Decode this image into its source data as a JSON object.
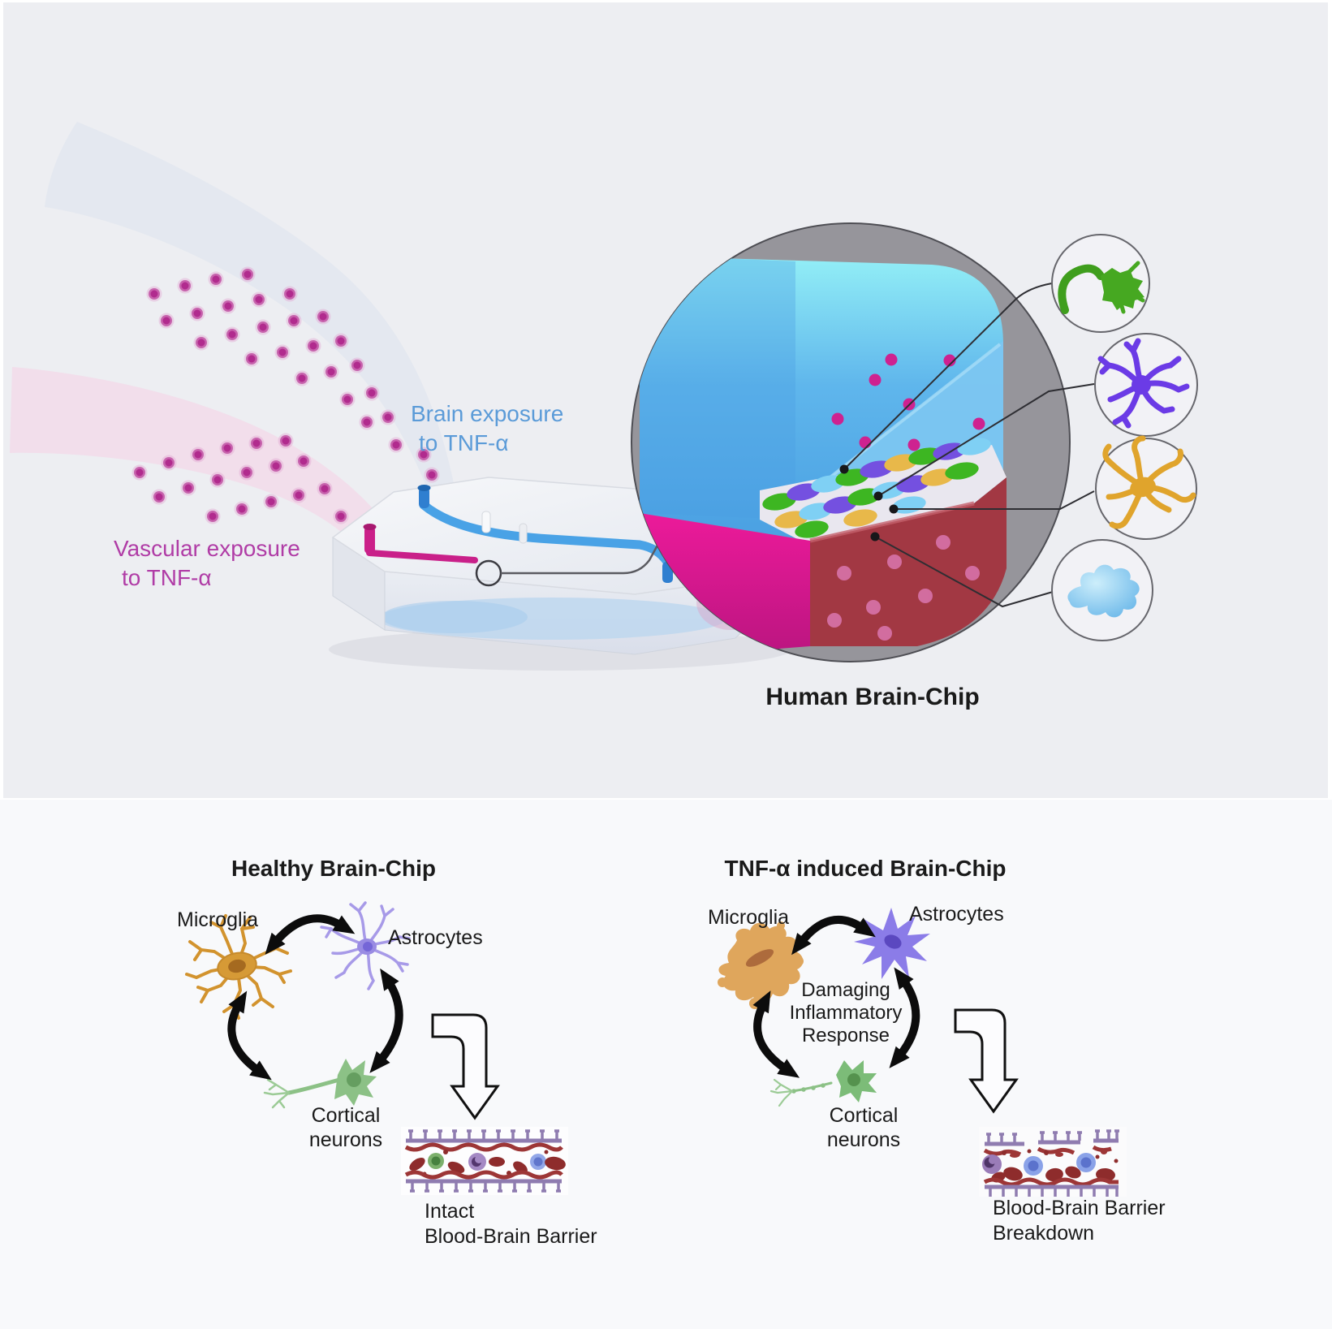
{
  "top_panel": {
    "brain_exposure": {
      "line1": "Brain exposure",
      "line2": "to TNF-α"
    },
    "vascular_exposure": {
      "line1": "Vascular exposure",
      "line2": "to TNF-α"
    },
    "chip_caption": "Human Brain-Chip",
    "callout_icons": [
      "cortical-neuron",
      "astrocyte",
      "microglia",
      "pericyte"
    ]
  },
  "healthy_panel": {
    "title": "Healthy Brain-Chip",
    "microglia_label": "Microglia",
    "astrocytes_label": "Astrocytes",
    "cortical_label": {
      "line1": "Cortical",
      "line2": "neurons"
    },
    "caption": {
      "line1": "Intact",
      "line2": "Blood-Brain Barrier"
    }
  },
  "tnf_panel": {
    "title": "TNF-α induced Brain-Chip",
    "microglia_label": "Microglia",
    "astrocytes_label": "Astrocytes",
    "center_text": {
      "line1": "Damaging",
      "line2": "Inflammatory",
      "line3": "Response"
    },
    "cortical_label": {
      "line1": "Cortical",
      "line2": "neurons"
    },
    "caption": {
      "line1": "Blood-Brain Barrier",
      "line2": "Breakdown"
    }
  },
  "colors": {
    "brain_label_blue": "#5b9bd8",
    "vascular_label_magenta": "#b03ca6",
    "tnf_dot_magenta": "#b12b8e",
    "chip_channel_blue": "#49a2e6",
    "chip_channel_magenta": "#c92089",
    "cross_section_blue": "#57aeea",
    "cross_section_magenta": "#d6189a",
    "microglia_orange": "#dfa65c",
    "astrocyte_purple": "#8b7ce8",
    "neuron_green": "#8cc186",
    "vessel_wall_purple": "#8f7cb0",
    "vessel_red": "#9d3636"
  }
}
